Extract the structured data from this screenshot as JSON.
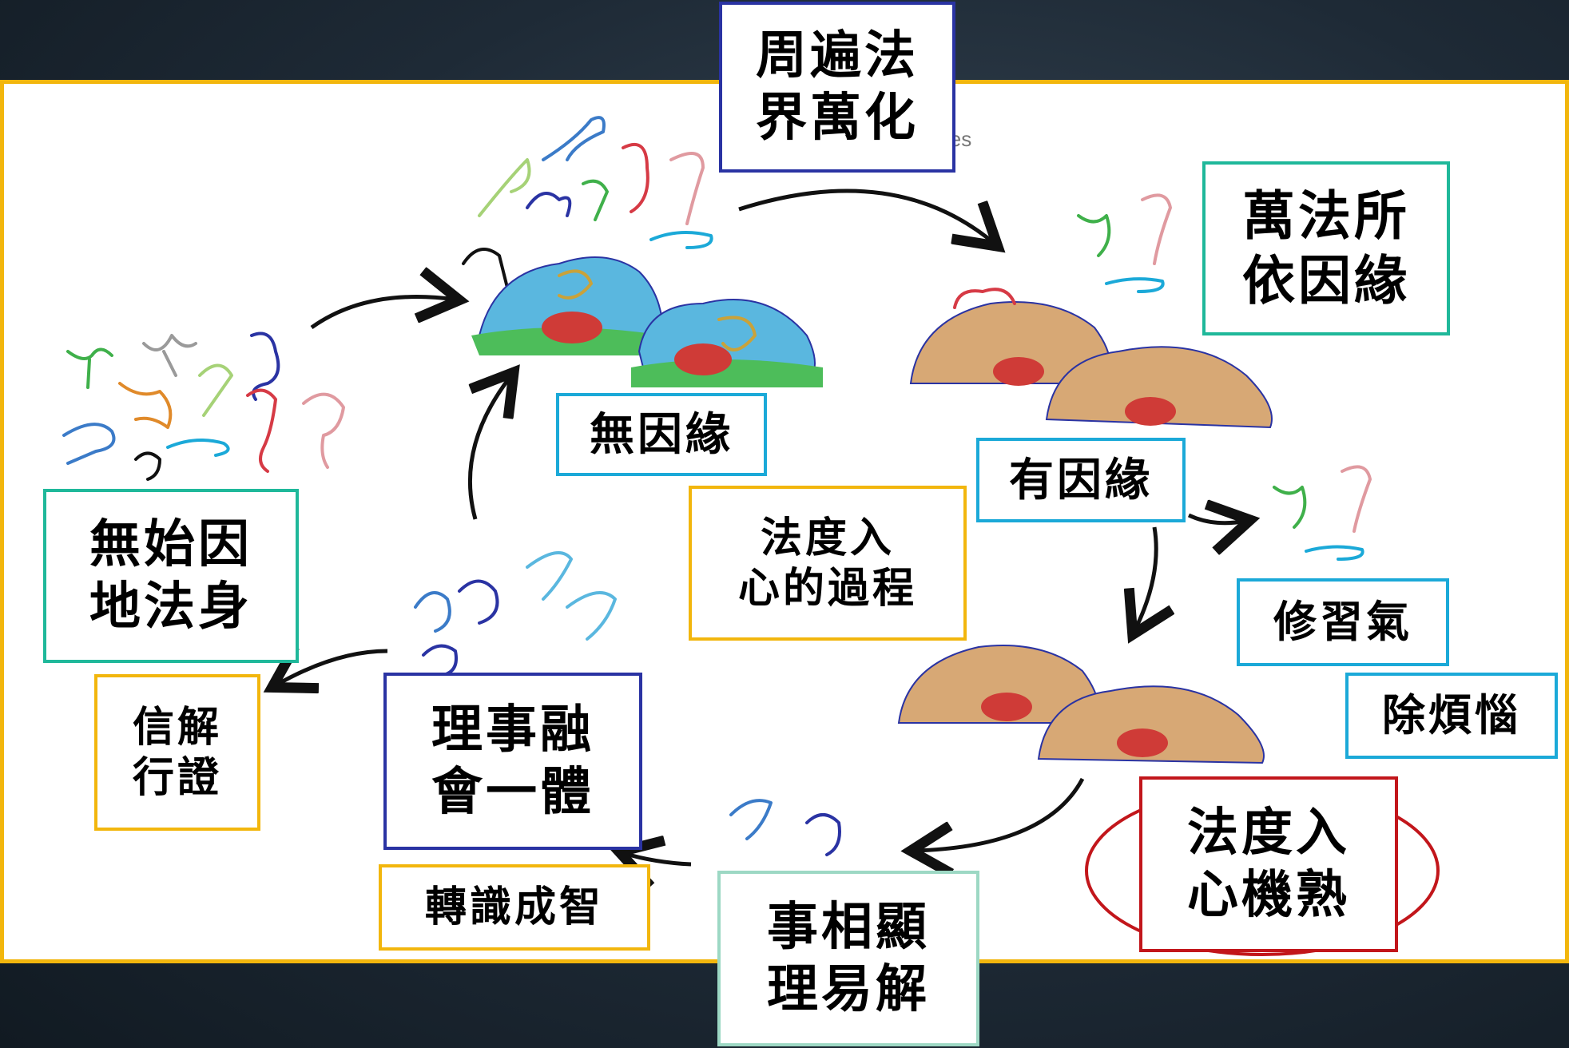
{
  "labels": {
    "zhoubian": [
      "周遍法",
      "界萬化"
    ],
    "wanfa": [
      "萬法所",
      "依因緣"
    ],
    "wuyinyuan": "無因緣",
    "youyinyuan": "有因緣",
    "fadu_guocheng": [
      "法度入",
      "心的過程"
    ],
    "wushi": [
      "無始因",
      "地法身"
    ],
    "xinjie": [
      "信解",
      "行證"
    ],
    "lishi": [
      "理事融",
      "會一體"
    ],
    "zhuanshi": "轉識成智",
    "xiuxi": "修習氣",
    "chu": "除煩惱",
    "fadu_shu": [
      "法度入",
      "心機熟"
    ],
    "shixiang": [
      "事相顯",
      "理易解"
    ],
    "bg_fragment": "cies"
  },
  "colors": {
    "gold": "#f2b60d",
    "blue": "#1ba9d8",
    "navy": "#2a33a3",
    "teal": "#1fb89a",
    "red": "#c2161b",
    "mint": "#9dd8c4"
  }
}
